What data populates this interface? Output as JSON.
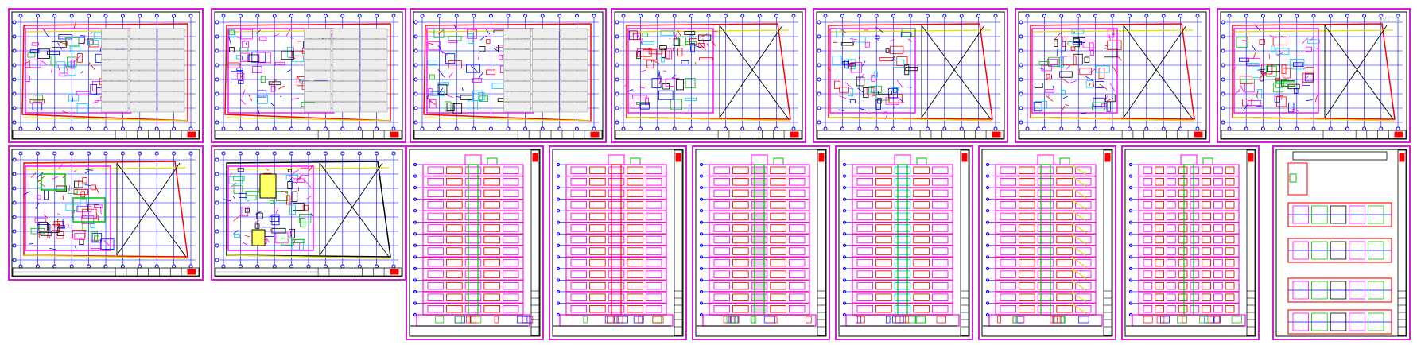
{
  "canvas": {
    "background": "#ffffff"
  },
  "watermark": "WCS",
  "colors": {
    "frame": "#d020d0",
    "wall": "#ff00ff",
    "red": "#ff0000",
    "blue": "#0000ff",
    "green": "#00c000",
    "yellow": "#e0e000",
    "cyan": "#00c8ff",
    "black": "#000000",
    "grey": "#a0a0a0",
    "title_block_red": "#ff0000"
  },
  "sheets": [
    {
      "kind": "plan-parking"
    },
    {
      "kind": "plan-parking"
    },
    {
      "kind": "plan-ground"
    },
    {
      "kind": "plan-typical"
    },
    {
      "kind": "plan-typical"
    },
    {
      "kind": "plan-typical"
    },
    {
      "kind": "plan-typical"
    },
    {
      "kind": "plan-roof-green"
    },
    {
      "kind": "plan-roof-black"
    },
    {
      "kind": "section-1"
    },
    {
      "kind": "section-2"
    },
    {
      "kind": "section-3"
    },
    {
      "kind": "section-4"
    },
    {
      "kind": "elevation-side"
    },
    {
      "kind": "elevation-front"
    },
    {
      "kind": "details"
    }
  ]
}
